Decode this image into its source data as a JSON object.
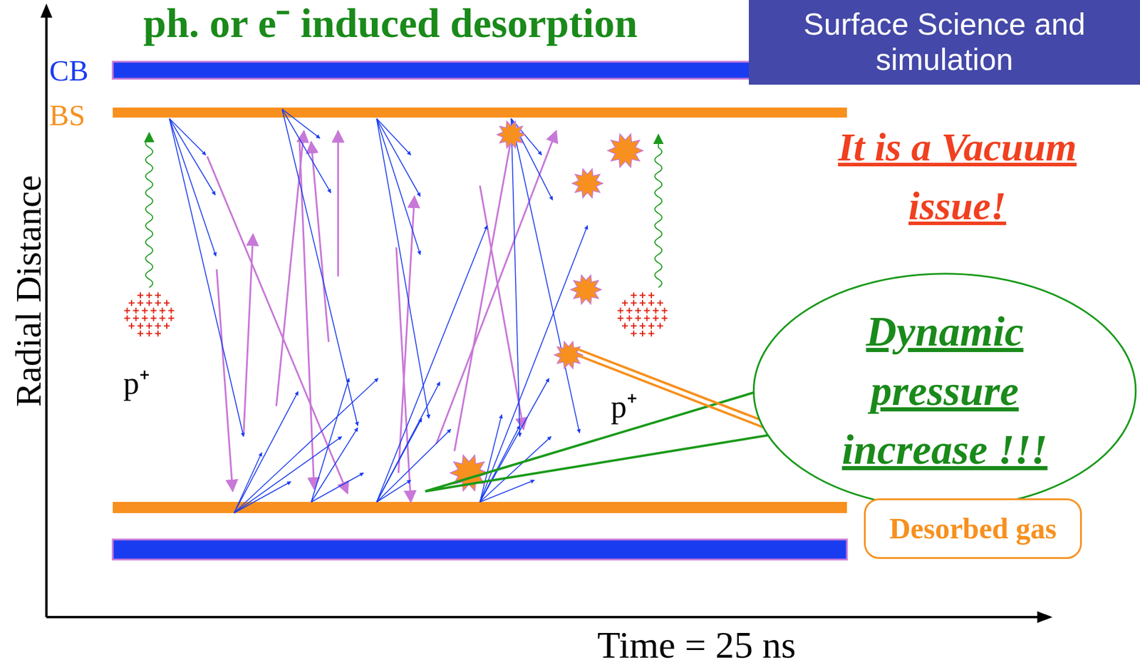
{
  "diagram": {
    "title": "ph. or e⁻ induced desorption",
    "nodes": [
      {
        "text": [
          "Surface Science and simulation"
        ]
      },
      {
        "text": [
          "Dynamic pressure increase !!!"
        ]
      },
      {
        "text": [
          "Desorbed gas"
        ]
      }
    ],
    "labels": [
      "CB",
      "BS",
      "It is a Vacuum issue!",
      "p⁺",
      "p⁺",
      "Radial Distance",
      "Time = 25 ns"
    ]
  }
}
